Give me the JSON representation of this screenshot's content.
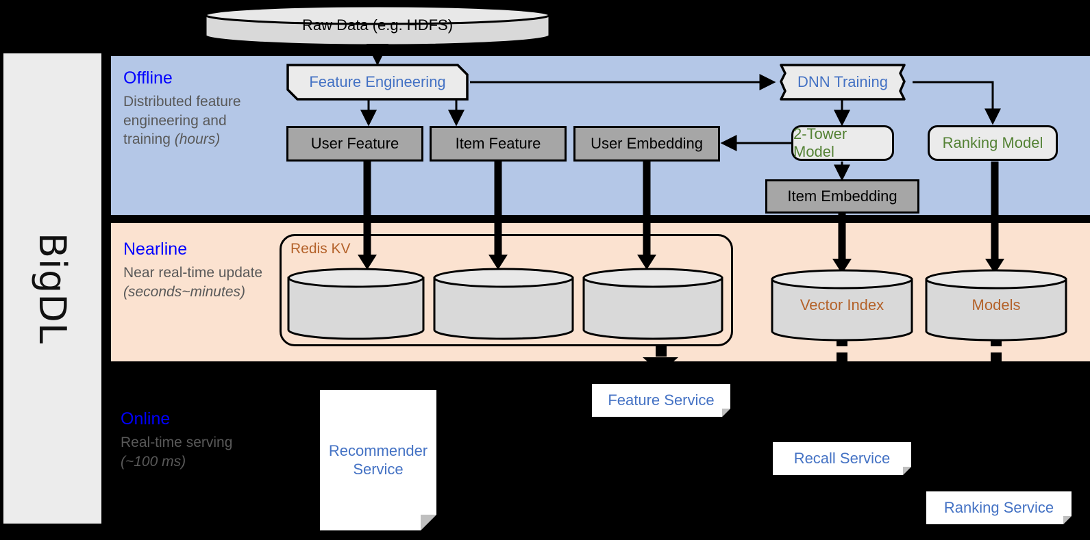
{
  "brand": {
    "name": "BigDL"
  },
  "source": {
    "label": "Raw Data (e.g. HDFS)"
  },
  "bands": [
    {
      "id": "offline",
      "title": "Offline",
      "subtitle": "Distributed feature engineering and training ",
      "subtitle_em": "(hours)"
    },
    {
      "id": "nearline",
      "title": "Nearline",
      "subtitle": "Near real-time update ",
      "subtitle_em": "(seconds~minutes)"
    },
    {
      "id": "online",
      "title": "Online",
      "subtitle": "Real-time serving ",
      "subtitle_em": "(~100 ms)"
    }
  ],
  "offline": {
    "feature_engineering": "Feature Engineering",
    "dnn_training": "DNN Training",
    "user_feature": "User Feature",
    "item_feature": "Item Feature",
    "user_embedding": "User Embedding",
    "two_tower_model": "2-Tower Model",
    "ranking_model": "Ranking Model",
    "item_embedding": "Item Embedding"
  },
  "nearline": {
    "redis_group": "Redis KV",
    "store_user_feature": "",
    "store_item_feature": "",
    "store_user_embedding": "",
    "vector_index": "Vector Index",
    "models": "Models"
  },
  "online": {
    "recommender_service": "Recommender Service",
    "feature_service": "Feature Service",
    "recall_service": "Recall Service",
    "ranking_service": "Ranking Service"
  },
  "colors": {
    "offline_band": "#b4c7e7",
    "nearline_band": "#fbe2d0",
    "online_band": "#000000",
    "sidebar": "#ececec",
    "band_title": "#0000ff",
    "band_subtitle": "#595959",
    "process_blue_text": "#4472c4",
    "model_green_text": "#548235",
    "store_gray": "#a6a6a6",
    "process_fill": "#ebebeb",
    "brown_text": "#b4622a",
    "cylinder_fill": "#d9d9d9"
  }
}
